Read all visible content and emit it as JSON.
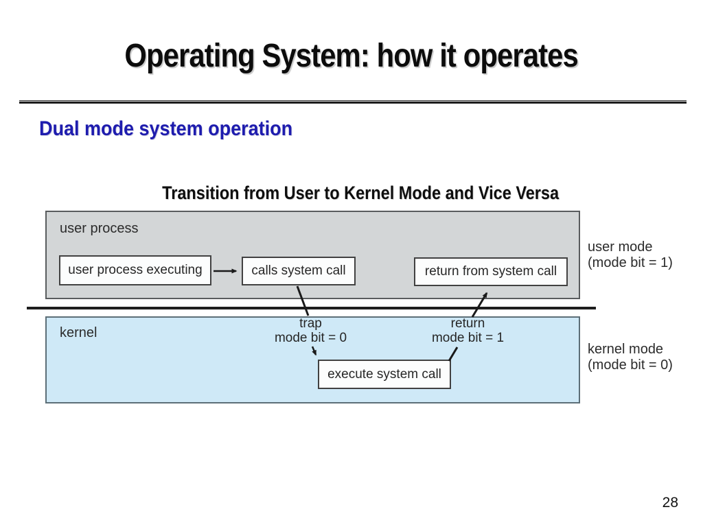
{
  "slide": {
    "title": "Operating System: how it operates",
    "subtitle": "Dual mode system operation",
    "page_number": "28"
  },
  "diagram": {
    "caption": "Transition from User to Kernel Mode and Vice Versa",
    "user_region_label": "user process",
    "kernel_region_label": "kernel",
    "boxes": {
      "user_process_executing": "user process executing",
      "calls_system_call": "calls system call",
      "return_from_system_call": "return from system call",
      "execute_system_call": "execute system call"
    },
    "trap": {
      "line1": "trap",
      "line2": "mode bit = 0"
    },
    "return": {
      "line1": "return",
      "line2": "mode bit = 1"
    },
    "side_labels": {
      "user_mode": {
        "line1": "user mode",
        "line2": "(mode bit = 1)"
      },
      "kernel_mode": {
        "line1": "kernel mode",
        "line2": "(mode bit = 0)"
      }
    },
    "colors": {
      "user_region_fill": "#d3d6d7",
      "kernel_region_fill": "#cfe9f7",
      "region_border": "#595c5e",
      "inner_box_fill": "#fcfdfd",
      "inner_box_border": "#414141",
      "subtitle_blue": "#1e1cae",
      "diagram_text": "#262626",
      "arrow": "#1a1a1a"
    }
  }
}
